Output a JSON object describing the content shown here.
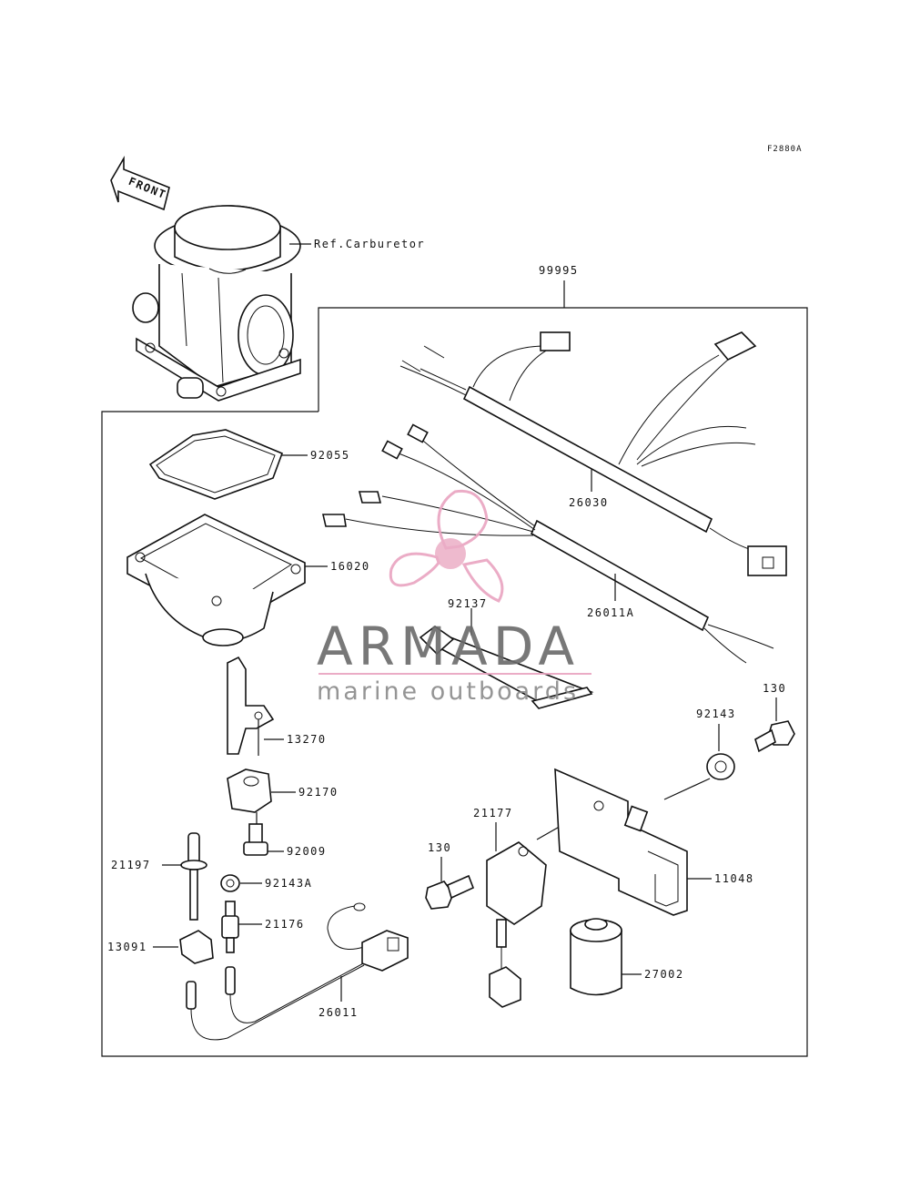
{
  "figure_code": "F2880A",
  "front_arrow_text": "FRONT",
  "callouts": [
    {
      "id": "ref-carburetor",
      "text": "Ref.Carburetor"
    },
    {
      "id": "99995",
      "text": "99995"
    },
    {
      "id": "92055",
      "text": "92055"
    },
    {
      "id": "26030",
      "text": "26030"
    },
    {
      "id": "16020",
      "text": "16020"
    },
    {
      "id": "92137",
      "text": "92137"
    },
    {
      "id": "26011A",
      "text": "26011A"
    },
    {
      "id": "130-top",
      "text": "130"
    },
    {
      "id": "92143",
      "text": "92143"
    },
    {
      "id": "13270",
      "text": "13270"
    },
    {
      "id": "92170",
      "text": "92170"
    },
    {
      "id": "21177",
      "text": "21177"
    },
    {
      "id": "130-mid",
      "text": "130"
    },
    {
      "id": "92009",
      "text": "92009"
    },
    {
      "id": "21197",
      "text": "21197"
    },
    {
      "id": "92143A",
      "text": "92143A"
    },
    {
      "id": "11048",
      "text": "11048"
    },
    {
      "id": "21176",
      "text": "21176"
    },
    {
      "id": "13091",
      "text": "13091"
    },
    {
      "id": "27002",
      "text": "27002"
    },
    {
      "id": "26011",
      "text": "26011"
    }
  ],
  "watermark": {
    "title": "ARMADA",
    "subtitle": "marine outboards",
    "logo_color": "#e9a4c0",
    "text_color": "#6a6a6a"
  }
}
